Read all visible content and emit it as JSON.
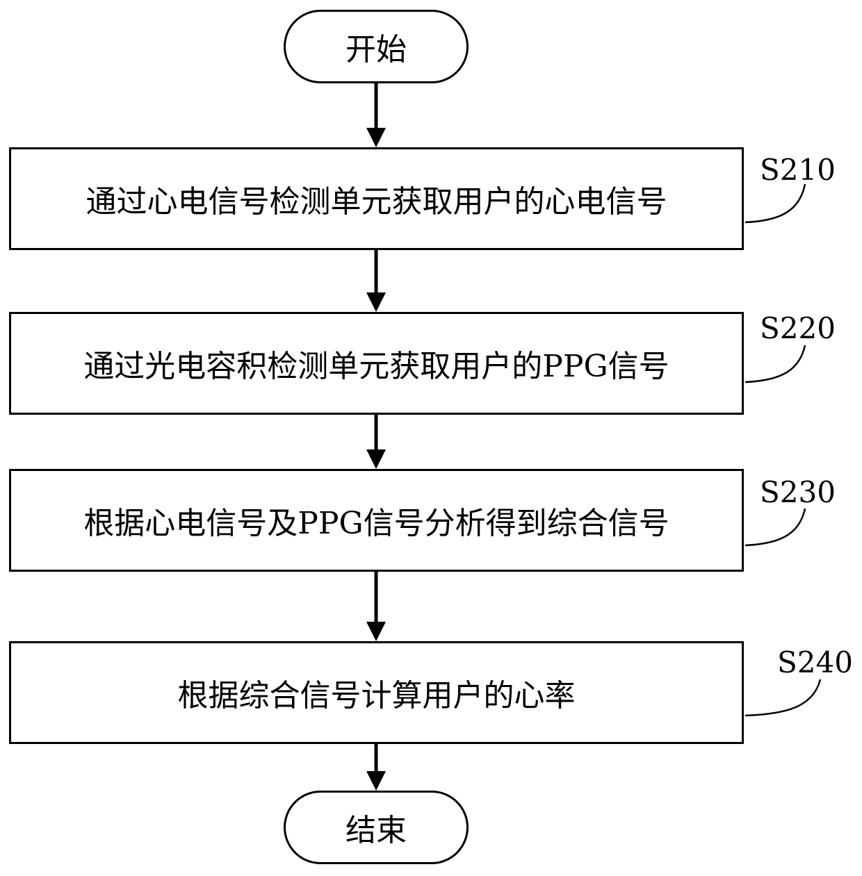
{
  "flowchart": {
    "start": {
      "text": "开始"
    },
    "end": {
      "text": "结束"
    },
    "steps": [
      {
        "id": "S210",
        "text": "通过心电信号检测单元获取用户的心电信号"
      },
      {
        "id": "S220",
        "text": "通过光电容积检测单元获取用户的PPG信号"
      },
      {
        "id": "S230",
        "text": "根据心电信号及PPG信号分析得到综合信号"
      },
      {
        "id": "S240",
        "text": "根据综合信号计算用户的心率"
      }
    ]
  },
  "colors": {
    "stroke": "#000000",
    "background": "#ffffff"
  }
}
